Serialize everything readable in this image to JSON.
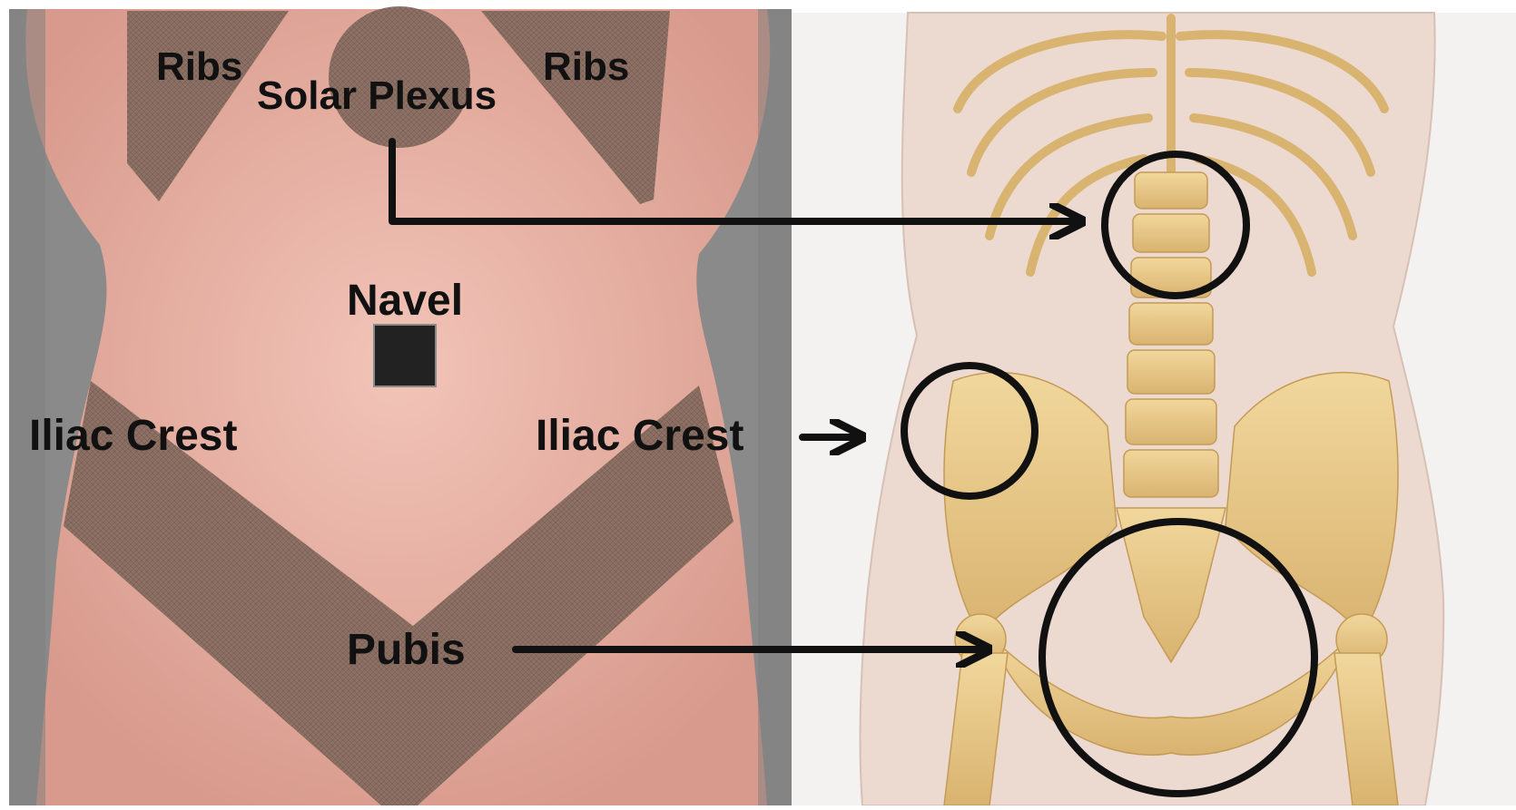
{
  "labels": {
    "ribs_left": "Ribs",
    "ribs_right": "Ribs",
    "solar_plexus": "Solar Plexus",
    "navel": "Navel",
    "iliac_crest_left": "Iliac Crest",
    "iliac_crest_right": "Iliac Crest",
    "pubis": "Pubis"
  },
  "colors": {
    "left_background": "#8a8a8a",
    "skin": "#e8b0a4",
    "marked_zone": "#8a6e62",
    "skeleton_background": "#f3f2f0",
    "bone": "#e8c98a",
    "muscle": "#e7c9bb",
    "annotation": "#111111"
  },
  "icons": {
    "pointer": "arrow-right-icon",
    "highlight": "circle-outline-icon",
    "navel_marker": "square-marker-icon"
  }
}
